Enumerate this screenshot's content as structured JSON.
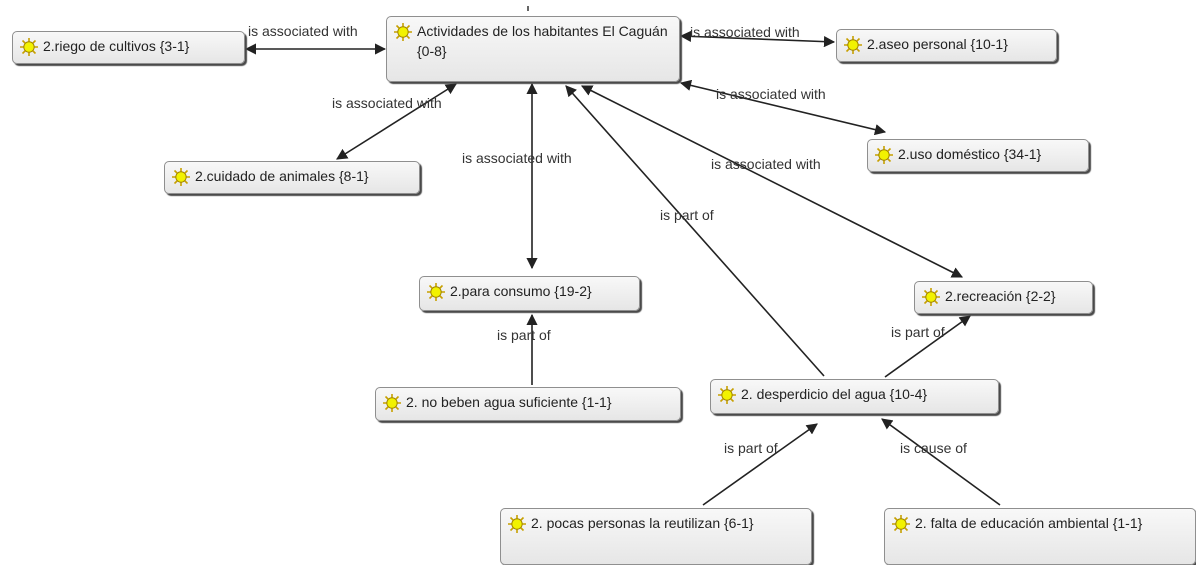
{
  "diagram": {
    "nodes": [
      {
        "id": "root",
        "label": "Actividades de los habitantes El Caguán {0-8}"
      },
      {
        "id": "riego",
        "label": "2.riego de cultivos {3-1}"
      },
      {
        "id": "aseo",
        "label": "2.aseo personal {10-1}"
      },
      {
        "id": "cuidado",
        "label": "2.cuidado de animales {8-1}"
      },
      {
        "id": "uso",
        "label": "2.uso doméstico {34-1}"
      },
      {
        "id": "consumo",
        "label": "2.para consumo {19-2}"
      },
      {
        "id": "recreacion",
        "label": "2.recreación {2-2}"
      },
      {
        "id": "nobeben",
        "label": "2. no beben agua suficiente {1-1}"
      },
      {
        "id": "desperdicio",
        "label": "2. desperdicio del agua {10-4}"
      },
      {
        "id": "pocas",
        "label": "2. pocas personas la reutilizan {6-1}"
      },
      {
        "id": "falta",
        "label": "2. falta de educación ambiental {1-1}"
      }
    ],
    "edges": [
      {
        "from": "root",
        "to": "riego",
        "label": "is associated with"
      },
      {
        "from": "root",
        "to": "aseo",
        "label": "is associated with"
      },
      {
        "from": "root",
        "to": "cuidado",
        "label": "is associated with"
      },
      {
        "from": "root",
        "to": "uso",
        "label": "is associated with"
      },
      {
        "from": "root",
        "to": "consumo",
        "label": "is associated with"
      },
      {
        "from": "root",
        "to": "recreacion",
        "label": "is associated with"
      },
      {
        "from": "desperdicio",
        "to": "root",
        "label": "is part of"
      },
      {
        "from": "nobeben",
        "to": "consumo",
        "label": "is part of"
      },
      {
        "from": "desperdicio",
        "to": "recreacion",
        "label": "is part of"
      },
      {
        "from": "pocas",
        "to": "desperdicio",
        "label": "is part of"
      },
      {
        "from": "falta",
        "to": "desperdicio",
        "label": "is cause of"
      }
    ]
  },
  "colors": {
    "node_bg": "#eeeeee",
    "node_border": "#8f8f8f",
    "edge": "#222222",
    "icon": "#e8e800"
  },
  "icon": "code-sun-icon"
}
